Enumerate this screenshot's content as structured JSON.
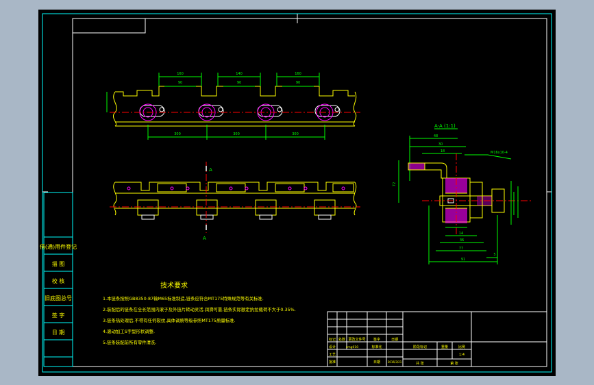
{
  "colors": {
    "bg_outer": "#a9b7c6",
    "canvas": "#000000",
    "frame": "#00ffff",
    "line": "#ffffff",
    "geometry": "#ffff00",
    "part": "#ff00ff",
    "dim": "#00ff00",
    "center": "#ff0000"
  },
  "drawing": {
    "section_label": "A-A (1:1)",
    "section_marker": "A",
    "dims_top": [
      "160",
      "90",
      "140",
      "90",
      "160",
      "90"
    ],
    "dims_bottom": [
      "300",
      "300",
      "300"
    ],
    "dims_section": [
      "48",
      "30",
      "18",
      "72",
      "91",
      "77",
      "14",
      "36",
      "5"
    ],
    "note_ref": "M16x10-4"
  },
  "requirements": {
    "title": "技术要求",
    "lines": [
      "1.本链条按照GB8350-87输M65标准制造,链条应符合MT175特殊规范等有关标准.",
      "2.装配后的链条在全长范围内滚子及外链片转动灵活,润滑可靠,链条实际额定抗拉载荷不大于0.35%.",
      "3.链条热处理后,不得有任何裂纹,具体调质等级参照MT175质量标准.",
      "4.滚动加工S字型形状调整.",
      "5.链条装配前所有零件清洗."
    ]
  },
  "side_labels": [
    "借(通)用件登记",
    "描 图",
    "校 核",
    "旧底图总号",
    "签 字",
    "日 期"
  ],
  "title_block": {
    "row_headers": [
      "标记",
      "处数",
      "更改文件号",
      "签字",
      "日期"
    ],
    "designer_label": "设计",
    "designer_name": "zmg010",
    "process_label": "工艺",
    "standard_label": "标准化",
    "approve_label": "批准",
    "date_label": "日期",
    "date_value": "2016/3/21",
    "stage_label": "阶段标记",
    "weight_label": "重量",
    "scale_label": "比例",
    "scale_value": "1:4",
    "sheets_label": "共 张",
    "sheet_label": "第 张"
  }
}
